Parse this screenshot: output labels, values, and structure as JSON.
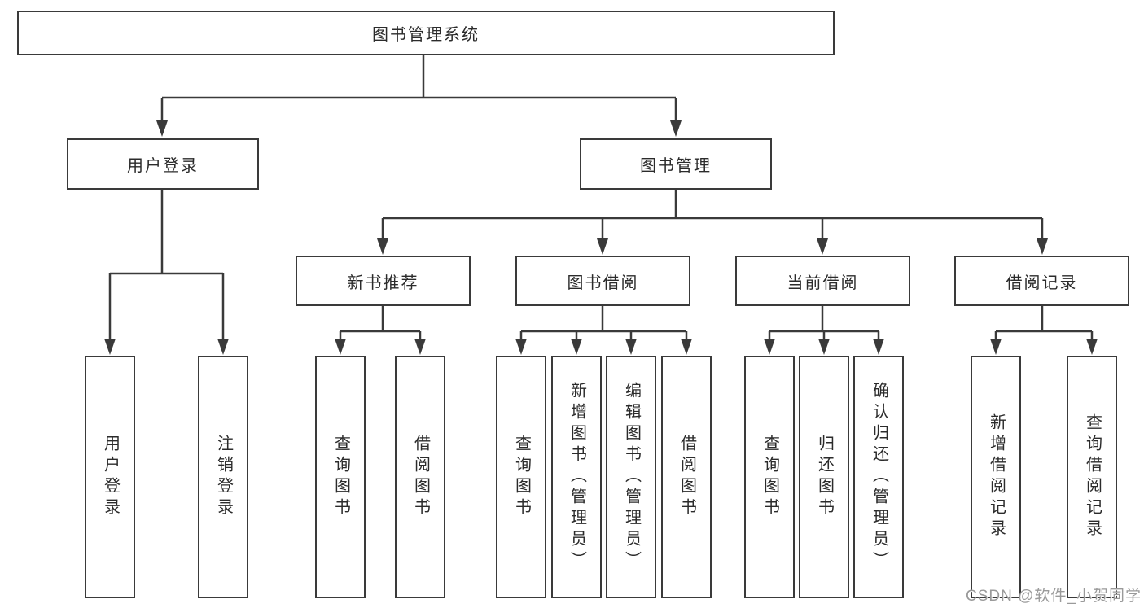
{
  "diagram": {
    "root": {
      "label": "图书管理系统"
    },
    "level2": {
      "user_login": {
        "label": "用户登录"
      },
      "book_mgmt": {
        "label": "图书管理"
      }
    },
    "level3": {
      "new_books": {
        "label": "新书推荐"
      },
      "book_borrow": {
        "label": "图书借阅"
      },
      "current_borrow": {
        "label": "当前借阅"
      },
      "borrow_records": {
        "label": "借阅记录"
      }
    },
    "leaves": {
      "user_login": {
        "label": "用户登录"
      },
      "logout": {
        "label": "注销登录"
      },
      "nb_query_books": {
        "label": "查询图书"
      },
      "nb_borrow_books": {
        "label": "借阅图书"
      },
      "bb_query_books": {
        "label": "查询图书"
      },
      "bb_add_books": {
        "label": "新增图书（管理员）"
      },
      "bb_edit_books": {
        "label": "编辑图书（管理员）"
      },
      "bb_borrow_books": {
        "label": "借阅图书"
      },
      "cb_query_books": {
        "label": "查询图书"
      },
      "cb_return_books": {
        "label": "归还图书"
      },
      "cb_confirm_return": {
        "label": "确认归还（管理员）"
      },
      "br_add_record": {
        "label": "新增借阅记录"
      },
      "br_query_record": {
        "label": "查询借阅记录"
      }
    },
    "watermark": "CSDN @软件_小贺同学",
    "colors": {
      "line": "#3a3a3a",
      "box_border": "#3a3a3a",
      "text": "#2b2b2b",
      "watermark": "#9a9a9a",
      "background": "#ffffff"
    }
  }
}
